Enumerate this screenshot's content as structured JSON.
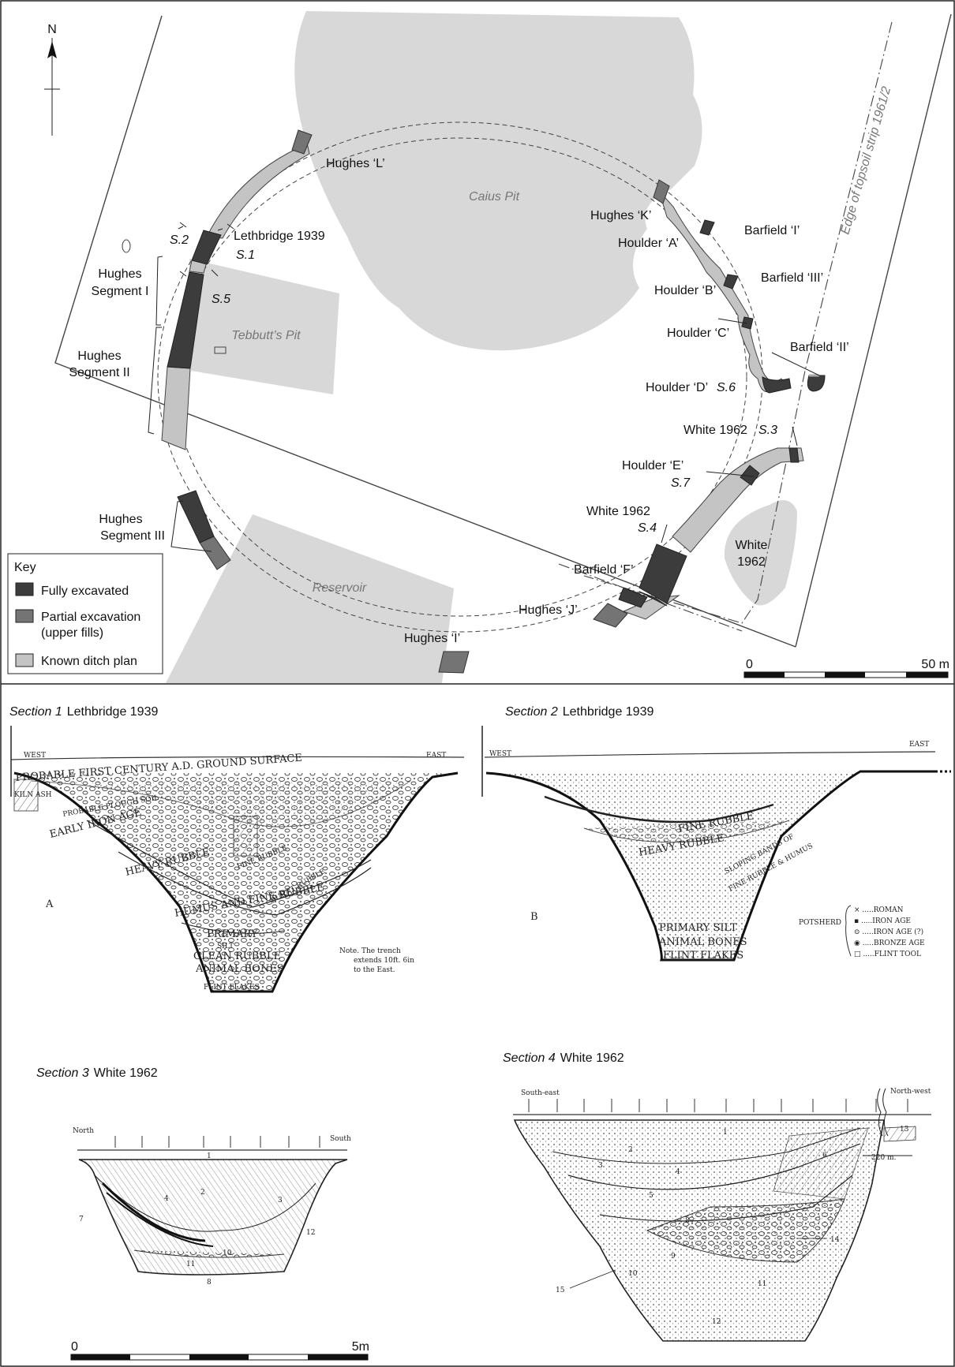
{
  "plan": {
    "north": "N",
    "areas": {
      "caius_pit": "Caius Pit",
      "tebbutts_pit": "Tebbutt’s Pit",
      "reservoir": "Reservoir",
      "white_1962_area": [
        "White",
        "1962"
      ],
      "topsoil_strip": "Edge of topsoil strip 1961/2"
    },
    "labels": {
      "hughes_l": "Hughes ‘L’",
      "lethbridge": "Lethbridge 1939",
      "s1": "S.1",
      "s2": "S.2",
      "s5": "S.5",
      "hughes_seg1": [
        "Hughes",
        "Segment I"
      ],
      "hughes_seg2": [
        "Hughes",
        "Segment II"
      ],
      "hughes_seg3": [
        "Hughes",
        "Segment III"
      ],
      "hughes_k": "Hughes ‘K’",
      "barfield_i": "Barfield ‘I’",
      "houlder_a": "Houlder ‘A’",
      "barfield_iii": "Barfield ‘III’",
      "houlder_b": "Houlder ‘B’",
      "houlder_c": "Houlder ‘C’",
      "barfield_ii": "Barfield ‘II’",
      "houlder_d": "Houlder ‘D’",
      "s6": "S.6",
      "white_1962_s3": "White 1962",
      "s3": "S.3",
      "houlder_e": "Houlder ‘E’",
      "s7": "S.7",
      "white_1962_s4": "White 1962",
      "s4": "S.4",
      "barfield_f": "Barfield ‘F’",
      "hughes_j": "Hughes ‘J’",
      "hughes_i": "Hughes ‘I’"
    },
    "key": {
      "title": "Key",
      "items": [
        {
          "label": [
            "Fully excavated"
          ],
          "color": "#3c3c3c"
        },
        {
          "label": [
            "Partial excavation",
            "(upper fills)"
          ],
          "color": "#747474"
        },
        {
          "label": [
            "Known ditch plan"
          ],
          "color": "#c4c4c4"
        }
      ]
    },
    "scale": {
      "start": "0",
      "end": "50 m"
    }
  },
  "sections": {
    "s1": {
      "title_italic": "Section 1",
      "title": "Lethbridge 1939",
      "letter": "A",
      "west": "WEST",
      "east": "EAST",
      "note": [
        "Note. The trench",
        "extends 10ft. 6in",
        "to the East."
      ],
      "text": [
        "PROBABLE FIRST CENTURY A.D. GROUND SURFACE",
        "PROBABLE PLOUGH SOIL",
        "EARLY IRON AGE",
        "HEAVY RUBBLE",
        "HUMUS AND FINE RUBBLE",
        "PRIMARY",
        "SILT",
        "CLEAN RUBBLE",
        "ANIMAL BONES",
        "FLINT FLAKES",
        "KILN ASH",
        "BURNT RUBBLE",
        "FINE RUBBLE"
      ]
    },
    "s2": {
      "title_italic": "Section 2",
      "title": "Lethbridge 1939",
      "letter": "B",
      "west": "WEST",
      "east": "EAST",
      "text": [
        "FINE RUBBLE",
        "HEAVY RUBBLE",
        "SLOPING BANDS OF",
        "FINE RUBBLE & HUMUS",
        "PRIMARY SILT",
        "ANIMAL BONES",
        "FLINT FLAKES"
      ],
      "legend_title": "POTSHERD",
      "legend": [
        "× .....ROMAN",
        "▪ .....IRON AGE",
        "⊙ .....IRON AGE (?)",
        "◉ .....BRONZE AGE",
        "□ .....FLINT TOOL"
      ]
    },
    "s3": {
      "title_italic": "Section 3",
      "title": "White 1962",
      "north": "North",
      "south": "South",
      "numbers": [
        "1",
        "2",
        "3",
        "4",
        "7",
        "8",
        "10",
        "11",
        "12"
      ]
    },
    "s4": {
      "title_italic": "Section 4",
      "title": "White 1962",
      "southeast": "South-east",
      "northwest": "North-west",
      "gap": "220 m.",
      "numbers": [
        "1",
        "2",
        "3",
        "4",
        "5",
        "6",
        "8",
        "9",
        "10",
        "11",
        "12",
        "13",
        "14",
        "15"
      ]
    },
    "scale": {
      "start": "0",
      "end": "5m"
    }
  }
}
